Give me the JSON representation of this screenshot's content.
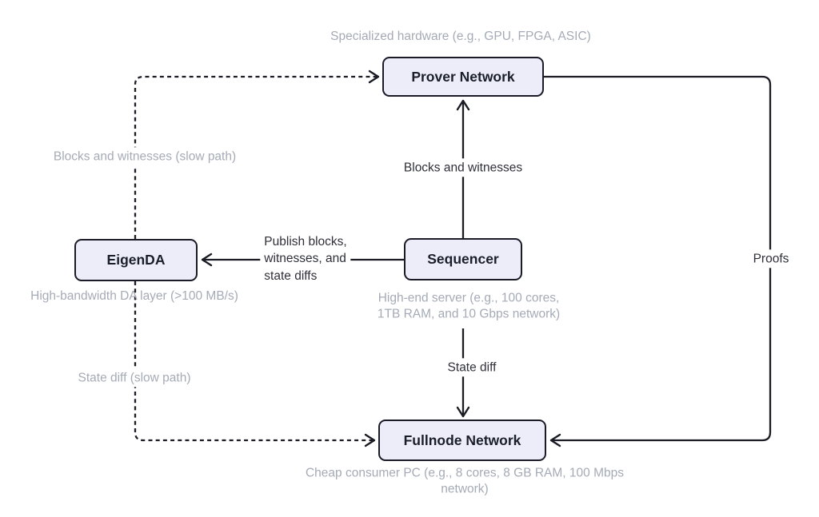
{
  "diagram": {
    "type": "flowchart",
    "nodes": {
      "prover": {
        "label": "Prover Network"
      },
      "eigenda": {
        "label": "EigenDA"
      },
      "sequencer": {
        "label": "Sequencer"
      },
      "fullnode": {
        "label": "Fullnode Network"
      }
    },
    "captions": {
      "prover": "Specialized hardware (e.g., GPU, FPGA, ASIC)",
      "eigenda": "High-bandwidth DA layer (>100 MB/s)",
      "sequencer": "High-end server (e.g., 100 cores,\n1TB RAM, and 10 Gbps network)",
      "fullnode": "Cheap consumer PC (e.g., 8 cores, 8 GB RAM, 100 Mbps network)"
    },
    "edges": {
      "sequencer_to_prover": {
        "label": "Blocks and witnesses",
        "style": "solid"
      },
      "sequencer_to_eigenda": {
        "label": "Publish blocks,\nwitnesses, and\nstate diffs",
        "style": "solid"
      },
      "sequencer_to_fullnode": {
        "label": "State diff",
        "style": "solid"
      },
      "eigenda_to_prover": {
        "label": "Blocks and witnesses (slow path)",
        "style": "dashed"
      },
      "eigenda_to_fullnode": {
        "label": "State diff (slow path)",
        "style": "dashed"
      },
      "prover_to_fullnode": {
        "label": "Proofs",
        "style": "solid"
      }
    },
    "colors": {
      "node_fill": "#ecedf9",
      "node_border": "#1a1b26",
      "node_text": "#1b1e2b",
      "line": "#1b1c24",
      "gray": "#a5abb6",
      "dark_label": "#30303a",
      "background": "#ffffff"
    }
  }
}
